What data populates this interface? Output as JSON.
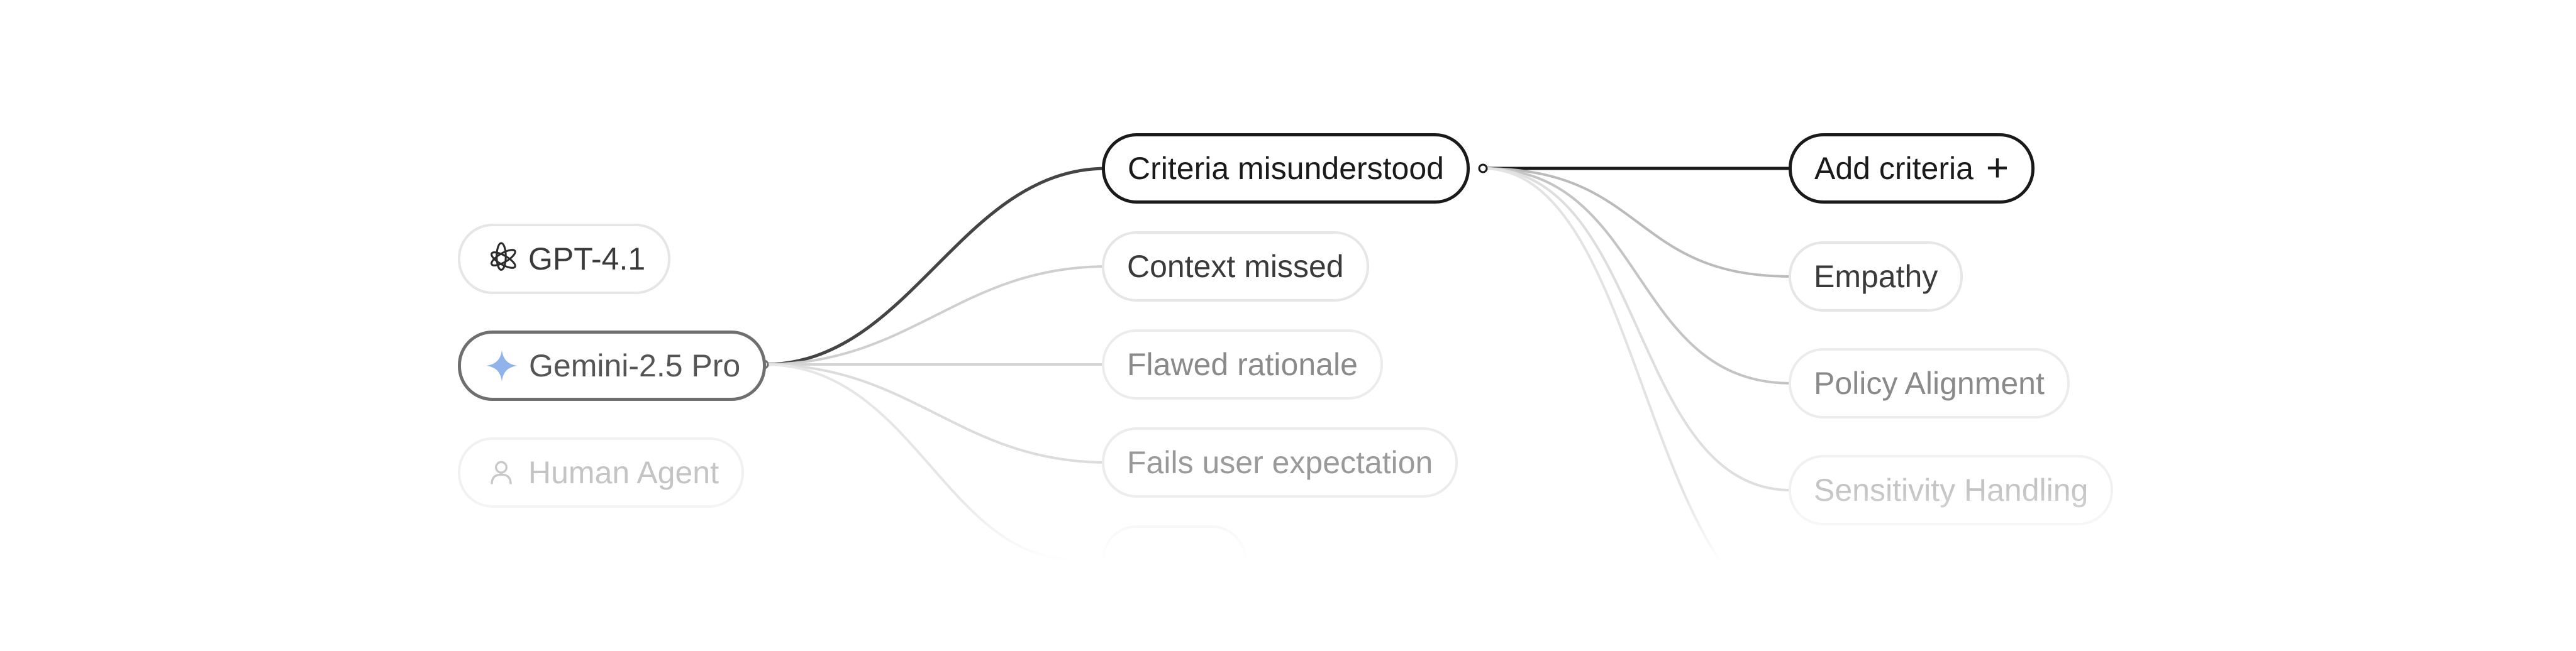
{
  "models": {
    "gpt": {
      "label": "GPT-4.1",
      "icon": "openai-icon"
    },
    "gemini": {
      "label": "Gemini-2.5 Pro",
      "icon": "gemini-sparkle-icon"
    },
    "human": {
      "label": "Human Agent",
      "icon": "person-icon"
    }
  },
  "reasons": {
    "criteria": {
      "label": "Criteria misunderstood"
    },
    "context": {
      "label": "Context missed"
    },
    "rationale": {
      "label": "Flawed rationale"
    },
    "expectation": {
      "label": "Fails user expectation"
    }
  },
  "criteria": {
    "add": {
      "label": "Add criteria",
      "icon": "plus-icon"
    },
    "empathy": {
      "label": "Empathy"
    },
    "policy": {
      "label": "Policy Alignment"
    },
    "sensitivity": {
      "label": "Sensitivity Handling"
    }
  },
  "colors": {
    "active": "#1a1a1a",
    "selected": "#6f6f6f",
    "gemini_blue": "#8fb3ea"
  }
}
